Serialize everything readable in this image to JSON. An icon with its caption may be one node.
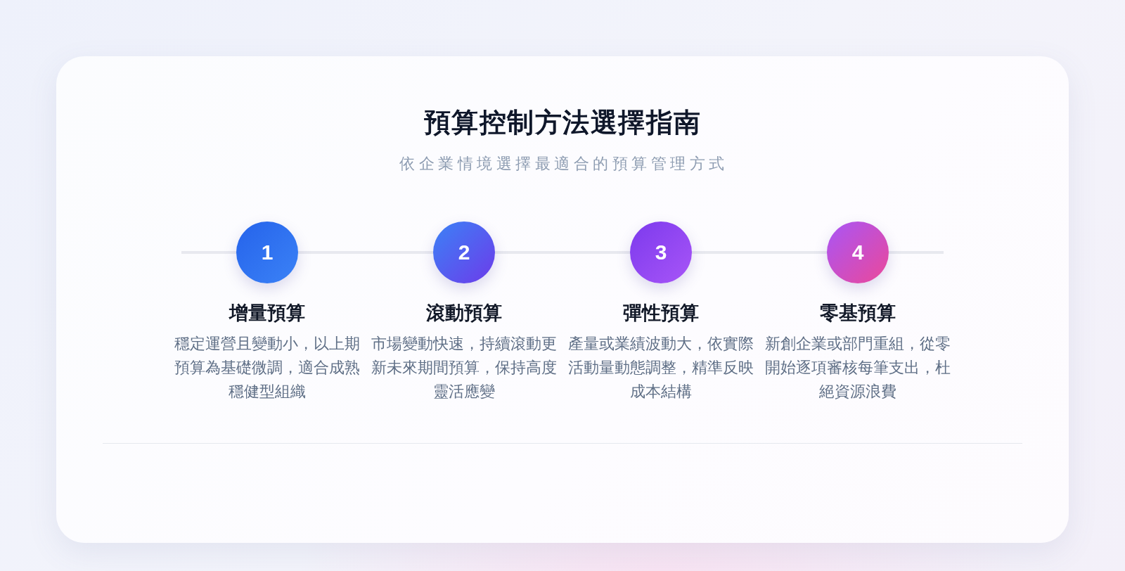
{
  "diagram": {
    "title": "預算控制方法選擇指南",
    "nodes": [
      {
        "text": [
          "1",
          "增量預算"
        ],
        "beside": [
          "穩定運營且變動小，以上期預算為基礎微調，適合成熟穩健型組織"
        ]
      },
      {
        "text": [
          "2",
          "滾動預算"
        ],
        "beside": [
          "市場變動快速，持續滾動更新未來期間預算，保持高度靈活應變"
        ]
      },
      {
        "text": [
          "3",
          "彈性預算"
        ],
        "beside": [
          "產量或業績波動大，依實際活動量動態調整，精準反映成本結構"
        ]
      },
      {
        "text": [
          "4",
          "零基預算"
        ],
        "beside": [
          "新創企業或部門重組，從零開始逐項審核每筆支出，杜絕資源浪費"
        ]
      }
    ],
    "edges": [
      {
        "from": 0,
        "to": 1,
        "arrow": "none"
      },
      {
        "from": 1,
        "to": 2,
        "arrow": "none"
      },
      {
        "from": 2,
        "to": 3,
        "arrow": "none"
      }
    ],
    "labels": [
      "依企業情境選擇最適合的預算管理方式"
    ]
  }
}
